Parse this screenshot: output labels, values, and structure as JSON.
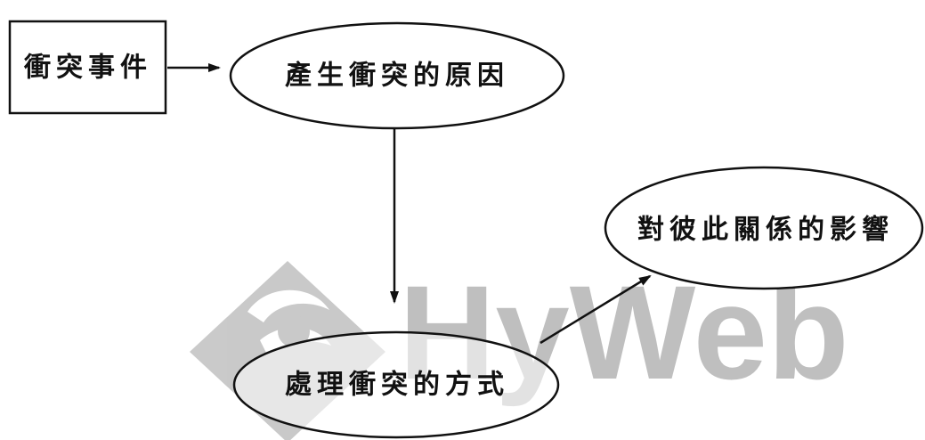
{
  "nodes": {
    "conflict_event": {
      "label": "衝突事件"
    },
    "conflict_cause": {
      "label": "產生衝突的原因"
    },
    "conflict_handling": {
      "label": "處理衝突的方式"
    },
    "relationship_effect": {
      "label": "對彼此關係的影響"
    }
  },
  "edges": [
    {
      "from": "衝突事件",
      "to": "產生衝突的原因"
    },
    {
      "from": "產生衝突的原因",
      "to": "處理衝突的方式"
    },
    {
      "from": "處理衝突的方式",
      "to": "對彼此關係的影響"
    }
  ],
  "watermark": {
    "text": "HyWeb",
    "color": "#b9b9b9"
  },
  "colors": {
    "stroke": "#111111",
    "background": "#ffffff"
  }
}
